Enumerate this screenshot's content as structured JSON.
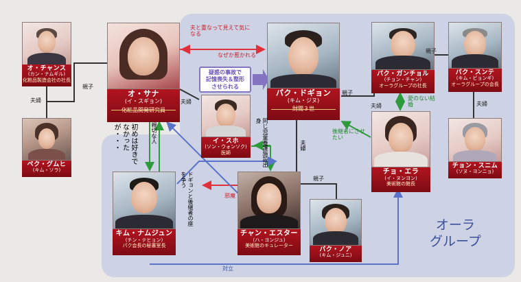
{
  "colors": {
    "nameplate": "#9a101a",
    "aura_group": "#cdd2e4",
    "hostile_arrow": "#e0303a",
    "friendly_arrow": "#2e9a3c",
    "rival_arrow": "#5a72c8",
    "callout": "#8574c2"
  },
  "characters": {
    "oh_chang_su": {
      "name": "オ・チャンス",
      "reading": "(カン・ナムギル)",
      "title": "化粧品製造会社の社長"
    },
    "baek_geum_hee": {
      "name": "ペク・グムヒ",
      "reading": "(キム・ソラ)",
      "title": ""
    },
    "oh_sana": {
      "name": "オ・サナ",
      "reading": "(イ・スギョン)",
      "title": "化粧品開発研究員"
    },
    "park_dogyeong": {
      "name": "パク・ドギョン",
      "reading": "(キム・ジヌ)",
      "title": "財閥３世"
    },
    "park_gangchol": {
      "name": "パク・ガンチョル",
      "reading": "(チョン・チャン)",
      "title": "オーラグループの社長"
    },
    "park_suntae": {
      "name": "パク・スンテ",
      "reading": "(キム・ビョンギ)",
      "title": "オーラグループの会長"
    },
    "i_suho": {
      "name": "イ・スホ",
      "reading": "(ソン・ウォンソク)",
      "title": "医師"
    },
    "cho_era": {
      "name": "チョ・エラ",
      "reading": "(イ・ヌンヨン)",
      "title": "美術館の館長"
    },
    "jeong_sunim": {
      "name": "チョン・スニム",
      "reading": "(ソヌ・ヨンニョ)",
      "title": ""
    },
    "kim_namjun": {
      "name": "キム・ナムジュン",
      "reading": "(チン・テヒョン)",
      "title": "パク会長の秘書室長"
    },
    "chan_ester": {
      "name": "チャン・エスター",
      "reading": "(ハ・ヨンジュ)",
      "title": "美術館のキュレーター"
    },
    "park_noa": {
      "name": "パク・ノア",
      "reading": "(キム・ジュニ)",
      "title": ""
    }
  },
  "relations": {
    "fufu_left": "夫婦",
    "oyako_sana": "親子",
    "dogyeong_misunderstood": "夫と重なって見えて気になる",
    "sana_attracted": "なぜか惹かれる",
    "callout_line1": "疑惑の事故で",
    "callout_line2": "記憶喪失＆整形",
    "callout_line3": "させられる",
    "fufu_sana": "夫婦",
    "oyako_park_top": "親子",
    "oyako_dogyeong": "親子",
    "love_less_marriage": "愛のない結婚",
    "fufu_right": "夫婦",
    "want_successor": "後継者にさせたい",
    "orphanage": "同じ児童養護施設出身",
    "fufu_ester": "夫婦",
    "kind_person": "親切な人",
    "not_favored": "初めは好きでなかったが・・・",
    "rival_successor": "ドギョンと後継者の座を争う",
    "hindrance": "邪魔",
    "oyako_noa": "親子",
    "opposition": "対立",
    "aura_group_line1": "オーラ",
    "aura_group_line2": "グループ"
  }
}
